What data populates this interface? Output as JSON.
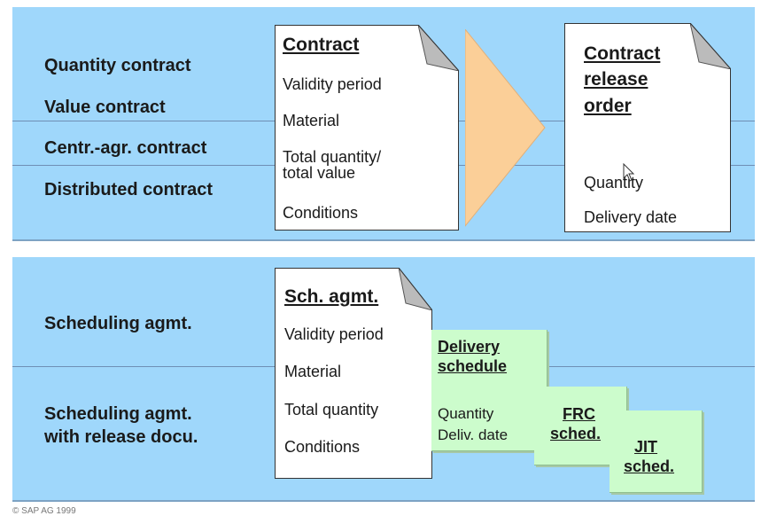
{
  "top_panel": {
    "labels": [
      "Quantity contract",
      "Value contract",
      "Centr.-agr. contract",
      "Distributed contract"
    ],
    "contract_doc": {
      "title": "Contract",
      "items": [
        "Validity period",
        "Material",
        "Total quantity/",
        "total value",
        "Conditions"
      ]
    },
    "release_doc": {
      "title_lines": [
        "Contract",
        "release",
        "order"
      ],
      "items": [
        "Quantity",
        "Delivery date"
      ]
    }
  },
  "bottom_panel": {
    "labels": [
      "Scheduling agmt.",
      "Scheduling agmt.",
      "with release docu."
    ],
    "sch_doc": {
      "title": "Sch. agmt.",
      "items": [
        "Validity period",
        "Material",
        "Total quantity",
        "Conditions"
      ]
    },
    "delivery_schedule": {
      "title_lines": [
        "Delivery",
        "schedule"
      ],
      "items": [
        "Quantity",
        "Deliv. date"
      ]
    },
    "frc_schedule": {
      "title_lines": [
        "FRC",
        "sched."
      ]
    },
    "jit_schedule": {
      "title_lines": [
        "JIT",
        "sched."
      ]
    }
  },
  "footer": {
    "copyright": "© SAP AG 1999"
  },
  "colors": {
    "panel": "#9fd7fb",
    "arrow": "#fbcf98",
    "green_box": "#ccfccc",
    "document": "#ffffff"
  }
}
